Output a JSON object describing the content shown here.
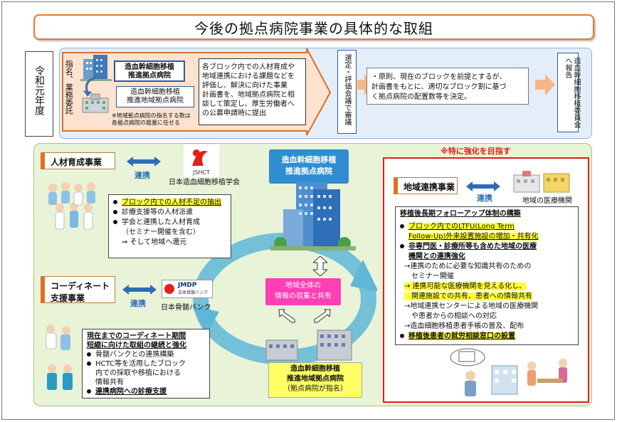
{
  "title": "今後の拠点病院事業の具体的な取組",
  "year": "令和元年度",
  "process": {
    "side_label": "指名、業務委託",
    "hub_hospital": [
      "造血幹細胞移植",
      "推進拠点病院"
    ],
    "regional_hospital": [
      "造血幹細胞移植",
      "推進地域拠点病院"
    ],
    "note": [
      "※地域拠点病院の指名する数は",
      "各拠点病院の裁量に任せる"
    ],
    "step1": [
      "各ブロック内での人材育成や",
      "地域連携における課題などを",
      "評価し、解決に向けた事業",
      "計画書を、地域拠点病院と相",
      "談して策定し、厚生労働者へ",
      "の公募申請時に提出"
    ],
    "review": "選定・評価会議で審議",
    "step2": [
      "・原則、現在のブロックを前提とするが、",
      "計画書をもとに、適切なブロック割に基づ",
      "く拠点病院の配置数等を決定。"
    ],
    "report": "造血幹細胞移植委員会へ報告"
  },
  "emphasis_note": "※特に強化を目指す",
  "hr": {
    "label": "人材育成事業",
    "link": "連携",
    "partner": "日本造血細胞移植学会",
    "partner_logo_text": "JSHCT",
    "items": [
      {
        "text": "ブロック内での人材不足の抽出",
        "hl": true
      },
      {
        "text": "診療支援等の人材派遣"
      },
      {
        "text": "学会と連携した人材育成"
      },
      {
        "text": "（セミナー開催を含む）"
      },
      {
        "text": "⇒ そして地域へ還元"
      }
    ]
  },
  "coord": {
    "label": [
      "コーディネート",
      "支援事業"
    ],
    "link": "連携",
    "partner": "日本骨髄バンク",
    "partner_logo_text": "JMDP",
    "partner_logo_sub": "日本骨髄バンク",
    "heading": [
      "現在までのコーディネート期間",
      "短縮に向けた取組の継続と強化"
    ],
    "items": [
      "骨髄バンクとの連携構築",
      "HCTC等を活用したブロック",
      "内での採取や移植における",
      "情報共有",
      "連携病院への診療支援"
    ]
  },
  "center": {
    "hub_label": [
      "造血幹細胞移植",
      "推進拠点病院"
    ],
    "info_label": [
      "地域全体の",
      "情報の収集と共有"
    ],
    "regional_label": [
      "造血幹細胞移植",
      "推進地域拠点病院",
      "（拠点病院が指名）"
    ]
  },
  "regional": {
    "label": "地域連携事業",
    "link": "連携",
    "partner": "地域の医療機関",
    "heading": "移植後長期フォローアップ体制の構築",
    "lines": [
      "ブロック内でのLTFU(Long Term",
      "Follow-Up)外来設置施設の増加・共有化",
      "非専門医・診療所等も含めた地域の医療",
      "機関との連携強化",
      "→連携のために必要な知識共有のための",
      "　セミナー開催",
      "→ 連携可能な医療機関を見える化し、",
      "　関連施設での共有、患者への情報共有",
      "→地域連携センターによる地域の医療機関",
      "　や患者からの相談への対応",
      "→造血細胞移植患者手帳の普及、配布",
      "移植後患者の就労相談窓口の設置"
    ]
  }
}
